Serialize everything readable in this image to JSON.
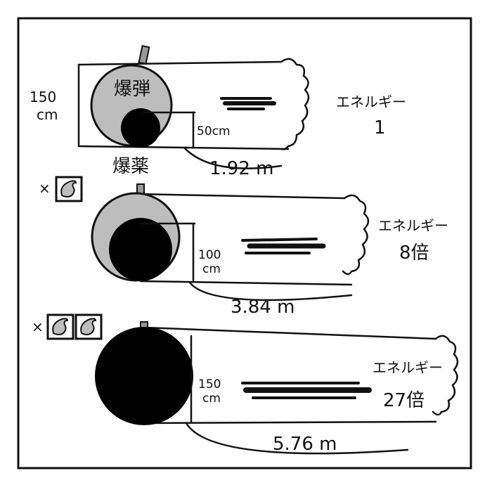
{
  "colors": {
    "ink": "#111111",
    "bomb_shell": "#bdbdbd",
    "explosive": "#000000",
    "icon_fill": "#bdbdbd"
  },
  "row1": {
    "diameter_label_num": "150",
    "diameter_label_unit": "cm",
    "bomb_label": "爆弾",
    "explosive_label": "爆薬",
    "explosive_size_label": "50cm",
    "distance_label": "1.92 m",
    "energy_label": "エネルギー",
    "energy_value": "1"
  },
  "row2": {
    "multiplier_label": "×",
    "multiplier_icons": 1,
    "explosive_size_num": "100",
    "explosive_size_unit": "cm",
    "distance_label": "3.84 m",
    "energy_label": "エネルギー",
    "energy_value": "8倍"
  },
  "row3": {
    "multiplier_label": "×",
    "multiplier_icons": 2,
    "explosive_size_num": "150",
    "explosive_size_unit": "cm",
    "distance_label": "5.76 m",
    "energy_label": "エネルギー",
    "energy_value": "27倍"
  }
}
